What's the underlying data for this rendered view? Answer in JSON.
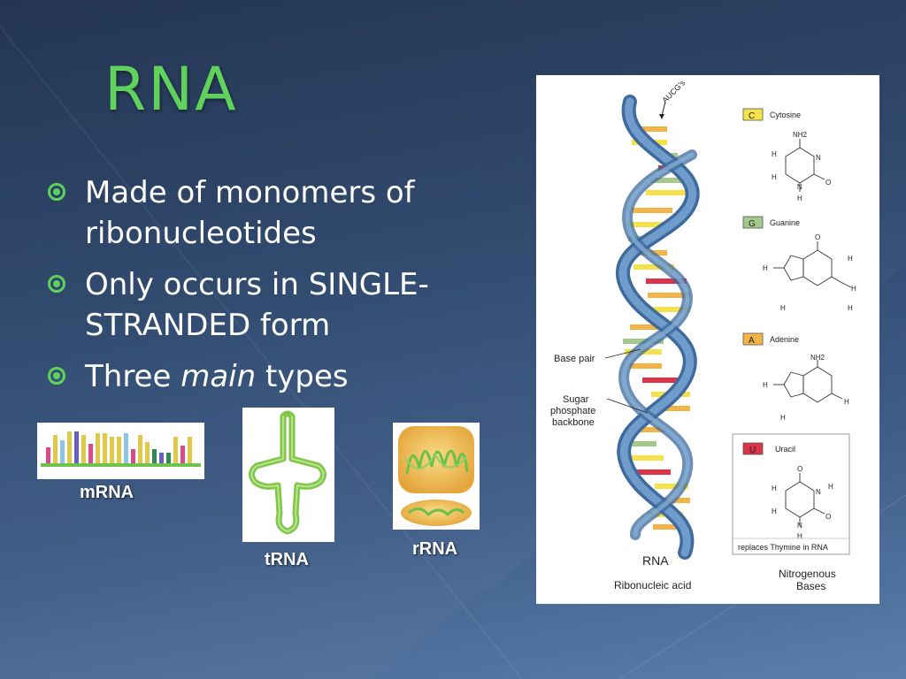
{
  "slide": {
    "title": "RNA",
    "bullets": [
      {
        "parts": [
          "Made of monomers of ribonucleotides"
        ]
      },
      {
        "parts": [
          "Only occurs in SINGLE-STRANDED form"
        ]
      },
      {
        "parts": [
          "Three ",
          "main",
          " types"
        ]
      }
    ]
  },
  "types": {
    "mrna_label": "mRNA",
    "trna_label": "tRNA",
    "rrna_label": "rRNA"
  },
  "figure": {
    "strand_label": "AUCG's",
    "base_pair_label": "Base pair",
    "backbone_label": [
      "Sugar",
      "phosphate",
      "backbone"
    ],
    "rna_label": "RNA",
    "rna_full": "Ribonucleic acid",
    "bases_title": [
      "Nitrogenous",
      "Bases"
    ],
    "bases": [
      {
        "letter": "C",
        "name": "Cytosine",
        "color": "#f3e24a"
      },
      {
        "letter": "G",
        "name": "Guanine",
        "color": "#a5c98a"
      },
      {
        "letter": "A",
        "name": "Adenine",
        "color": "#f2b447"
      },
      {
        "letter": "U",
        "name": "Uracil",
        "color": "#d9344a"
      }
    ],
    "uracil_note": "replaces Thymine in RNA"
  },
  "colors": {
    "accent_green": "#5fd15c",
    "strand_blue": "#4f7fb5"
  }
}
